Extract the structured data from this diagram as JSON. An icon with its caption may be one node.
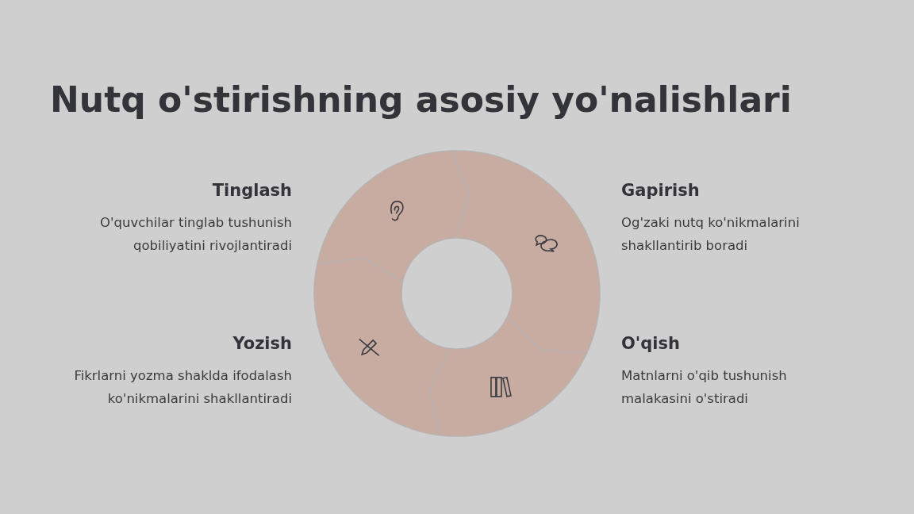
{
  "diagram": {
    "title": "Nutq o'stirishning asosiy yo'nalishlari",
    "nodes": [
      {
        "text": [
          "Tinglash",
          "O'quvchilar tinglab tushunish qobiliyatini rivojlantiradi"
        ]
      },
      {
        "text": [
          "Gapirish",
          "Og'zaki nutq ko'nikmalarini shakllantirib boradi"
        ]
      },
      {
        "text": [
          "Yozish",
          "Fikrlarni yozma shaklda ifodalash ko'nikmalarini shakllantiradi"
        ]
      },
      {
        "text": [
          "O'qish",
          "Matnlarni o'qib tushunish malakasini o'stiradi"
        ]
      }
    ]
  }
}
